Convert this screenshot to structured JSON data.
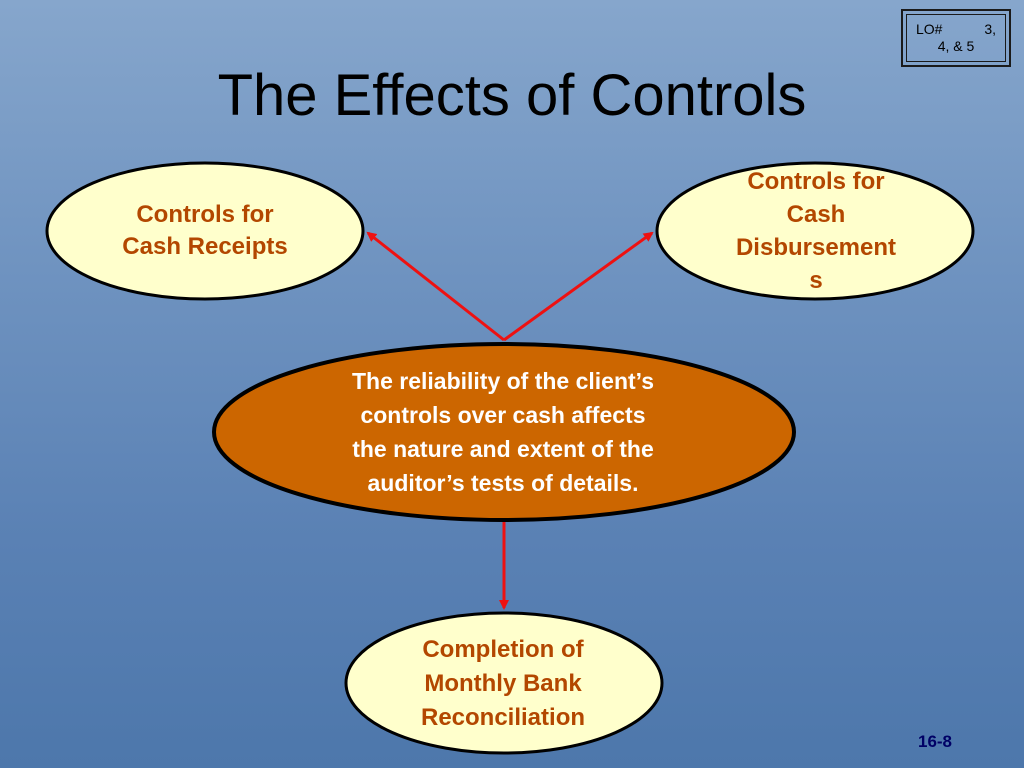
{
  "slide": {
    "title": "The Effects of Controls",
    "lo_badge": {
      "prefix": "LO#",
      "numbers_line1": "3,",
      "numbers_line2": "4, & 5"
    },
    "page_number": "16-8"
  },
  "diagram": {
    "nodes": {
      "cash_receipts": "Controls for\nCash Receipts",
      "cash_disbursements": "Controls for\nCash\nDisbursement\ns",
      "center": "The reliability of the client’s\ncontrols over cash affects\nthe nature and extent of the\nauditor’s tests of details.",
      "bank_reconciliation": "Completion of\nMonthly Bank\nReconciliation"
    },
    "colors": {
      "outer_ellipse_fill": "#ffffcc",
      "center_ellipse_fill": "#cc6600",
      "outer_text": "#b34700",
      "center_text": "#ffffff",
      "arrow": "#ee1111"
    }
  }
}
